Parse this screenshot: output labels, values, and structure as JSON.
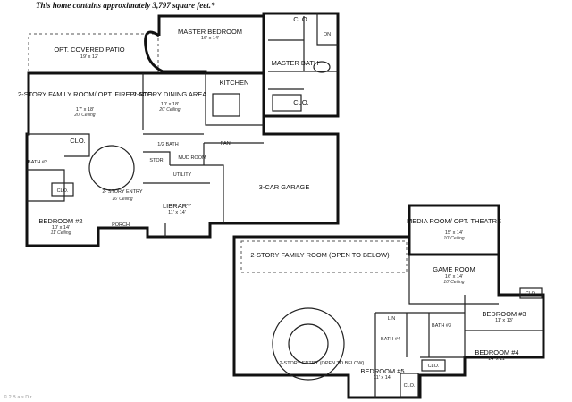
{
  "caption": "This home contains approximately 3,797 square feet.*",
  "footer": "© 2 B a s D r",
  "rooms": {
    "master_bedroom": {
      "name": "MASTER BEDROOM",
      "size": "16' x 14'"
    },
    "master_clo": {
      "name": "CLO."
    },
    "master_on": {
      "name": "ON"
    },
    "master_bath": {
      "name": "MASTER BATH"
    },
    "master_clo2": {
      "name": "CLO."
    },
    "patio": {
      "name": "OPT. COVERED PATIO",
      "size": "19' x 12'"
    },
    "family": {
      "name": "2-STORY FAMILY ROOM/ OPT. FIREPLACE",
      "size": "17' x 18'",
      "ceiling": "20' Ceiling"
    },
    "dining": {
      "name": "2-STORY DINING AREA",
      "size": "10' x 18'",
      "ceiling": "20' Ceiling"
    },
    "kitchen": {
      "name": "KITCHEN"
    },
    "clo_a": {
      "name": "CLO."
    },
    "half_bath": {
      "name": "1/2 BATH"
    },
    "pan": {
      "name": "PAN."
    },
    "mud": {
      "name": "MUD ROOM"
    },
    "stor": {
      "name": "STOR"
    },
    "utility": {
      "name": "UTILITY"
    },
    "bath2": {
      "name": "BATH #2"
    },
    "clo_b": {
      "name": "CLO."
    },
    "entry": {
      "name": "2- STORY ENTRY",
      "ceiling": "16' Ceiling"
    },
    "library": {
      "name": "LIBRARY",
      "size": "11' x 14'"
    },
    "garage": {
      "name": "3-CAR GARAGE"
    },
    "bedroom2": {
      "name": "BEDROOM #2",
      "size": "10' x 14'",
      "ceiling": "11' Ceiling"
    },
    "porch": {
      "name": "PORCH"
    },
    "media": {
      "name": "MEDIA ROOM/ OPT. THEATRE",
      "size": "15' x 14'",
      "ceiling": "10' Ceiling"
    },
    "upper_family": {
      "name": "2-STORY FAMILY ROOM (OPEN TO BELOW)"
    },
    "game": {
      "name": "GAME ROOM",
      "size": "16' x 14'",
      "ceiling": "10' Ceiling"
    },
    "clo_up1": {
      "name": "CLO."
    },
    "bedroom3": {
      "name": "BEDROOM #3",
      "size": "11' x 13'"
    },
    "lin": {
      "name": "LIN"
    },
    "bath3": {
      "name": "BATH #3"
    },
    "bath4": {
      "name": "BATH #4"
    },
    "bedroom4": {
      "name": "BEDROOM #4",
      "size": "14' x 11'"
    },
    "upper_entry": {
      "name": "2-STORY ENTRY (OPEN TO BELOW)"
    },
    "clo_up2": {
      "name": "CLO."
    },
    "clo_up3": {
      "name": "CLO."
    },
    "bedroom5": {
      "name": "BEDROOM #5",
      "size": "11' x 14'"
    }
  }
}
